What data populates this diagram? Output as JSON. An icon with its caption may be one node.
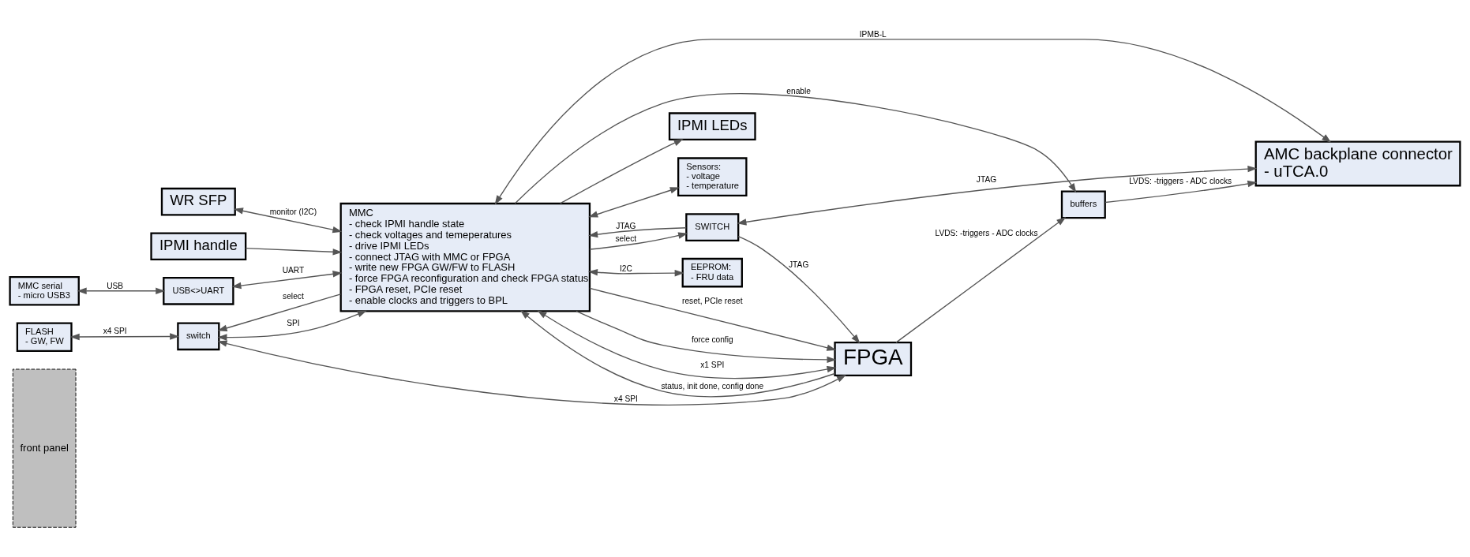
{
  "diagram": {
    "nodes": [
      {
        "text": [
          "front panel"
        ]
      },
      {
        "text": [
          "IPMI handle"
        ]
      },
      {
        "text": [
          "IPMI LEDs"
        ]
      },
      {
        "text": [
          "MMC serial",
          "- micro USB3"
        ]
      },
      {
        "text": [
          "USB<>UART"
        ]
      },
      {
        "text": [
          "FLASH",
          "- GW, FW"
        ]
      },
      {
        "text": [
          "switch"
        ]
      },
      {
        "text": [
          "MMC",
          "- check IPMI handle state",
          "- check voltages and temeperatures",
          "- drive IPMI LEDs",
          "- connect JTAG with MMC or FPGA",
          "- write new FPGA GW/FW to FLASH",
          "- force FPGA reconfiguration and check FPGA status",
          "- FPGA reset, PCIe reset",
          "- enable clocks and triggers to BPL"
        ]
      },
      {
        "text": [
          "Sensors:",
          "- voltage",
          "- temperature"
        ]
      },
      {
        "text": [
          "EEPROM:",
          "- FRU data"
        ]
      },
      {
        "text": [
          "AMC backplane connector",
          "- uTCA.0"
        ]
      },
      {
        "text": [
          "SWITCH"
        ]
      },
      {
        "text": [
          "buffers"
        ]
      },
      {
        "text": [
          "WR SFP"
        ]
      },
      {
        "text": [
          "FPGA"
        ]
      }
    ],
    "edges": [
      {
        "from": 1,
        "to": 7,
        "arrow": "to"
      },
      {
        "from": 7,
        "to": 2,
        "arrow": "to"
      },
      {
        "from": 3,
        "to": 4,
        "arrow": "both",
        "label": "USB"
      },
      {
        "from": 4,
        "to": 7,
        "arrow": "both",
        "label": "UART"
      },
      {
        "from": 5,
        "to": 6,
        "arrow": "both",
        "label": "x4 SPI"
      },
      {
        "from": 7,
        "to": 6,
        "arrow": "to",
        "label": "select"
      },
      {
        "from": 6,
        "to": 7,
        "arrow": "both",
        "label": "SPI"
      },
      {
        "from": 6,
        "to": 14,
        "arrow": "both",
        "label": "x4 SPI"
      },
      {
        "from": 13,
        "to": 7,
        "arrow": "both",
        "label": "monitor (I2C)"
      },
      {
        "from": 7,
        "to": 14,
        "arrow": "to",
        "label": "force config"
      },
      {
        "from": 7,
        "to": 14,
        "arrow": "to",
        "label": "reset, PCIe reset"
      },
      {
        "from": 7,
        "to": 14,
        "arrow": "both",
        "label": "x1 SPI"
      },
      {
        "from": 14,
        "to": 7,
        "arrow": "to",
        "label": "status, init done, config done"
      },
      {
        "from": 7,
        "to": 8,
        "arrow": "both"
      },
      {
        "from": 7,
        "to": 9,
        "arrow": "both",
        "label": "I2C"
      },
      {
        "from": 7,
        "to": 10,
        "arrow": "both",
        "label": "IPMB-L"
      },
      {
        "from": 11,
        "to": 7,
        "arrow": "to",
        "label": "JTAG"
      },
      {
        "from": 7,
        "to": 11,
        "arrow": "to",
        "label": "select"
      },
      {
        "from": 11,
        "to": 10,
        "arrow": "both",
        "label": "JTAG"
      },
      {
        "from": 11,
        "to": 14,
        "arrow": "to",
        "label": "JTAG"
      },
      {
        "from": 7,
        "to": 12,
        "arrow": "to",
        "label": "enable"
      },
      {
        "from": 14,
        "to": 12,
        "arrow": "to",
        "label": "LVDS: -triggers - ADC clocks"
      },
      {
        "from": 12,
        "to": 10,
        "arrow": "to",
        "label": "LVDS: -triggers - ADC clocks"
      }
    ]
  }
}
